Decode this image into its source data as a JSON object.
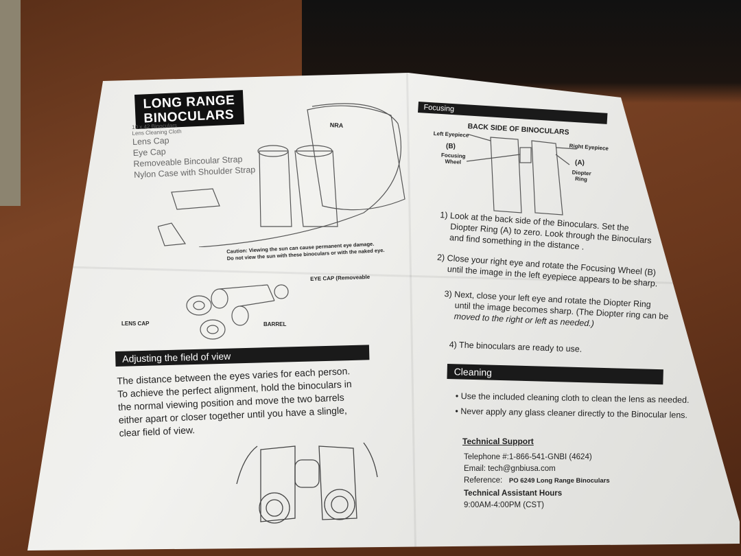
{
  "left_page": {
    "title_line1": "LONG RANGE",
    "title_line2": "BINOCULARS",
    "contents": [
      "10 x 42 Binoculars",
      "Lens Cleaning Cloth",
      "Lens Cap",
      "Eye Cap",
      "Removeable Bincoular Strap",
      "Nylon Case with Shoulder Strap"
    ],
    "case_brand": "NRA",
    "caution_line1": "Caution: Viewing the sun can cause permanent eye damage.",
    "caution_line2": "Do not view the sun with these binoculars or with the naked eye.",
    "label_eye_cap": "EYE CAP (Removeable",
    "label_lens_cap": "LENS CAP",
    "label_barrel": "BARREL",
    "adjust_header": "Adjusting the field of view",
    "adjust_text": [
      "The distance between the eyes varies for each person.",
      "To achieve the perfect alignment, hold the binoculars in",
      "the normal viewing position and move the two barrels",
      "either apart or closer together until you have a slingle,",
      "clear field of view."
    ]
  },
  "right_page": {
    "focusing_header": "Focusing",
    "diagram_title": "BACK SIDE OF BINOCULARS",
    "label_left_eyepiece": "Left Eyepiece",
    "label_b": "(B)",
    "label_focusing_wheel": "Focusing Wheel",
    "label_right_eyepiece": "Right Eyepiece",
    "label_a": "(A)",
    "label_diopter_ring": "Diopter Ring",
    "steps": [
      [
        "1) Look at the back side of the Binoculars. Set the",
        "Diopter Ring (A) to zero. Look through the Binoculars",
        "and find something in the distance ."
      ],
      [
        "2) Close your right eye and rotate the Focusing Wheel (B)",
        "until the image in the left eyepiece appears to be sharp."
      ],
      [
        "3) Next, close your left eye and rotate the Diopter Ring",
        "until the image becomes sharp. (The Diopter ring can be",
        "moved to the right or left as needed.)"
      ],
      [
        "4) The binoculars are ready to use."
      ]
    ],
    "cleaning_header": "Cleaning",
    "cleaning_bullets": [
      "Use the included cleaning cloth to clean the lens as needed.",
      "Never apply any glass cleaner directly to the Binocular lens."
    ],
    "support_title": "Technical Support",
    "telephone": "Telephone #:1-866-541-GNBI (4624)",
    "email": "Email: tech@gnbiusa.com",
    "reference_label": "Reference:",
    "reference_value": "PO 6249 Long Range Binoculars",
    "hours_title": "Technical Assistant Hours",
    "hours": "9:00AM-4:00PM (CST)"
  }
}
